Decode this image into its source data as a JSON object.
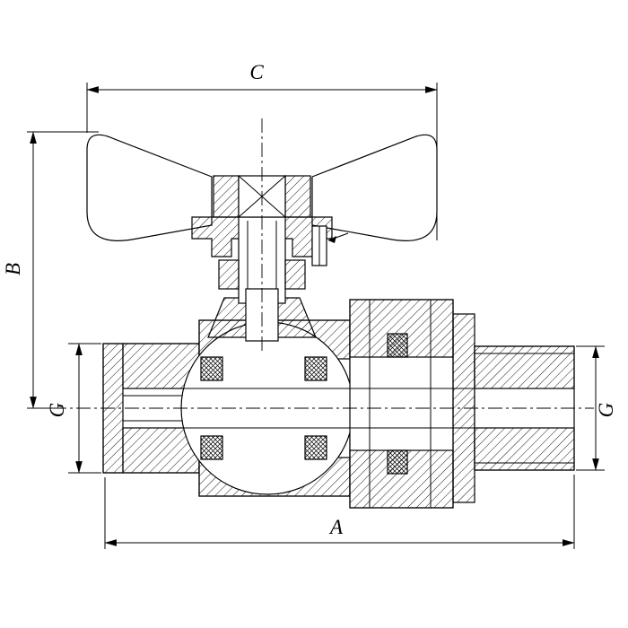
{
  "page": {
    "background": "#ffffff",
    "stroke_color": "#000000"
  },
  "drawing_description": "cross-section technical drawing of a ball valve with butterfly handle and union nut",
  "dimensions": {
    "top": "C",
    "left": "B",
    "left_port": "G",
    "right_port": "G",
    "bottom": "A"
  }
}
